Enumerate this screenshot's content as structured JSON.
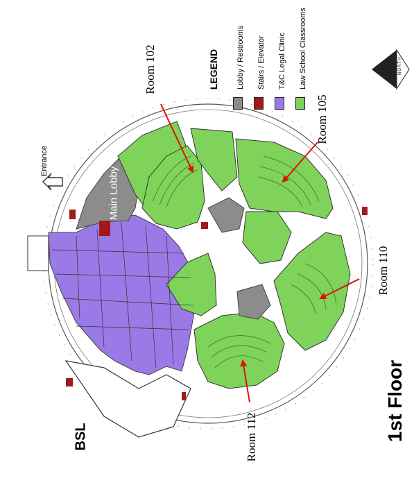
{
  "title": "1st Floor",
  "side_label": "BSL",
  "entrance_label": "Entrance",
  "main_lobby_label": "Main Lobby",
  "north_label": "NORTH",
  "legend": {
    "heading": "LEGEND",
    "items": [
      {
        "label": "Lobby / Restrooms",
        "color": "#8c8c8c"
      },
      {
        "label": "Stairs / Elevator",
        "color": "#a11a1a"
      },
      {
        "label": "T&C Legal Clinic",
        "color": "#9b79e6"
      },
      {
        "label": "Law School Classrooms",
        "color": "#7fd35b"
      }
    ]
  },
  "rooms": [
    {
      "label": "Room 102"
    },
    {
      "label": "Room 105"
    },
    {
      "label": "Room 110"
    },
    {
      "label": "Room 112"
    }
  ],
  "colors": {
    "classroom": "#7fd35b",
    "clinic": "#9b79e6",
    "lobby": "#8c8c8c",
    "stairs": "#a11a1a",
    "arrow": "#e01010"
  }
}
